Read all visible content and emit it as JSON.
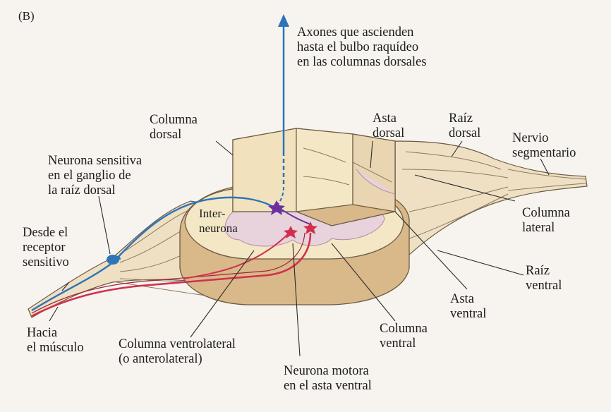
{
  "panel_letter": "(B)",
  "labels": {
    "axones": [
      "Axones que ascienden",
      "hasta el bulbo raquídeo",
      "en las columnas dorsales"
    ],
    "columna_dorsal": [
      "Columna",
      "dorsal"
    ],
    "asta_dorsal": [
      "Asta",
      "dorsal"
    ],
    "raiz_dorsal": [
      "Raíz",
      "dorsal"
    ],
    "nervio_segmentario": [
      "Nervio",
      "segmentario"
    ],
    "neurona_sensitiva": [
      "Neurona sensitiva",
      "en el ganglio de",
      "la raíz dorsal"
    ],
    "interneurona": [
      "Inter-",
      "neurona"
    ],
    "columna_lateral": [
      "Columna",
      "lateral"
    ],
    "desde_receptor": [
      "Desde el",
      "receptor",
      "sensitivo"
    ],
    "raiz_ventral": [
      "Raíz",
      "ventral"
    ],
    "asta_ventral": [
      "Asta",
      "ventral"
    ],
    "hacia_musculo": [
      "Hacia",
      "el músculo"
    ],
    "columna_ventrolateral": [
      "Columna ventrolateral",
      "(o anterolateral)"
    ],
    "columna_ventral": [
      "Columna",
      "ventral"
    ],
    "neurona_motora": [
      "Neurona motora",
      "en el asta ventral"
    ]
  },
  "colors": {
    "white_matter": "#f4e7c6",
    "gray_matter": "#e8d2dc",
    "side_tan": "#d9b889",
    "nerve": "#efe0c4",
    "sensory_blue": "#2d74b8",
    "motor_red": "#d0304e",
    "interneuron_purple": "#6b2fa0",
    "leader": "#2b2b2b"
  }
}
